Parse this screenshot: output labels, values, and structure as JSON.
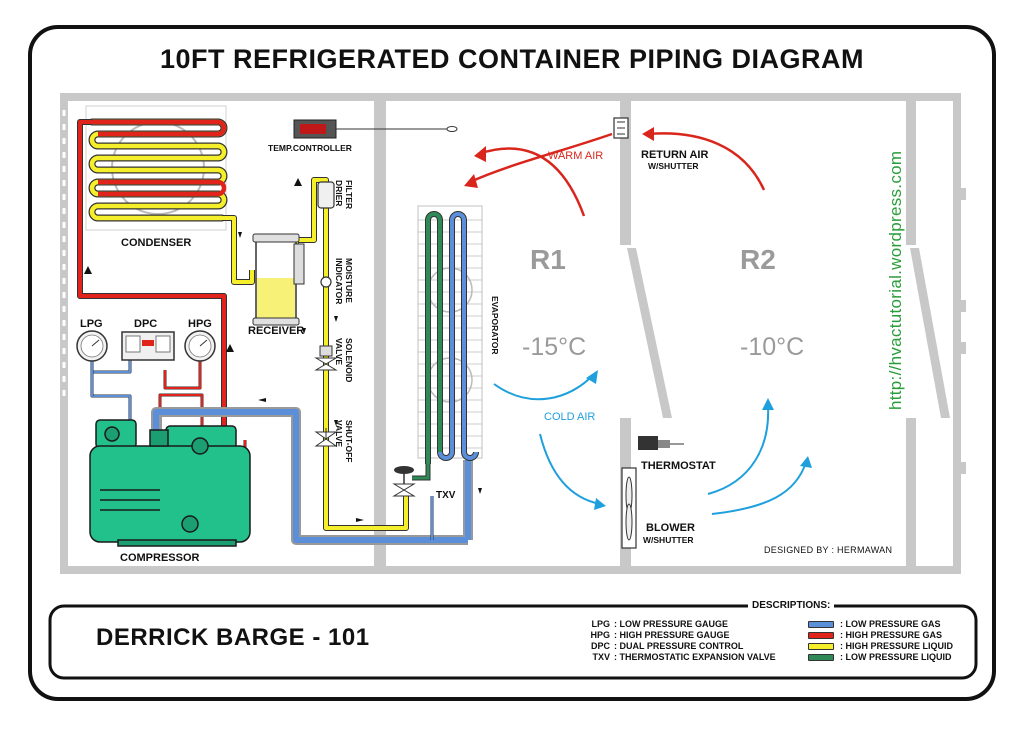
{
  "title": "10FT REFRIGERATED CONTAINER PIPING DIAGRAM",
  "components": {
    "condenser": "CONDENSER",
    "receiver": "RECEIVER",
    "compressor": "COMPRESSOR",
    "temp_controller": "TEMP.CONTROLLER",
    "filter_drier": "FILTER DRIER",
    "moisture_indicator": "MOISTURE INDICATOR",
    "solenoid_valve": "SOLENOID VALVE",
    "shutoff_valve": "SHUT-OFF VALVE",
    "txv": "TXV",
    "evaporator": "EVAPORATOR",
    "thermostat": "THERMOSTAT",
    "blower": "BLOWER",
    "blower_sub": "W/SHUTTER",
    "return_air": "RETURN AIR",
    "return_air_sub": "W/SHUTTER",
    "gauges": {
      "lpg": "LPG",
      "dpc": "DPC",
      "hpg": "HPG"
    }
  },
  "rooms": [
    {
      "name": "R1",
      "temp": "-15°C"
    },
    {
      "name": "R2",
      "temp": "-10°C"
    }
  ],
  "airflow": {
    "warm": "WARM AIR",
    "cold": "COLD AIR"
  },
  "url": "http://hvactutorial.wordpress.com",
  "designed_by": "DESIGNED BY : HERMAWAN",
  "vessel": "DERRICK BARGE - 101",
  "descriptions": {
    "heading": "DESCRIPTIONS:",
    "abbreviations": [
      {
        "key": "LPG",
        "value": "LOW PRESSURE GAUGE"
      },
      {
        "key": "HPG",
        "value": "HIGH PRESSURE GAUGE"
      },
      {
        "key": "DPC",
        "value": "DUAL PRESSURE CONTROL"
      },
      {
        "key": "TXV",
        "value": "THERMOSTATIC EXPANSION VALVE"
      }
    ],
    "legend": [
      {
        "label": ": LOW PRESSURE GAS",
        "color": "#5b8fd9"
      },
      {
        "label": ": HIGH PRESSURE GAS",
        "color": "#e0241b"
      },
      {
        "label": ": HIGH PRESSURE LIQUID",
        "color": "#f5ee2a"
      },
      {
        "label": ": LOW PRESSURE LIQUID",
        "color": "#2e8b57"
      }
    ]
  },
  "colors": {
    "low_pressure_gas": "#5b8fd9",
    "high_pressure_gas": "#e0241b",
    "high_pressure_liquid": "#f5ee2a",
    "low_pressure_liquid": "#2e8b57",
    "compressor": "#22c08a",
    "warm_air": "#d9261c",
    "cold_air": "#1fa0dc",
    "wall": "#c8c8c8"
  }
}
